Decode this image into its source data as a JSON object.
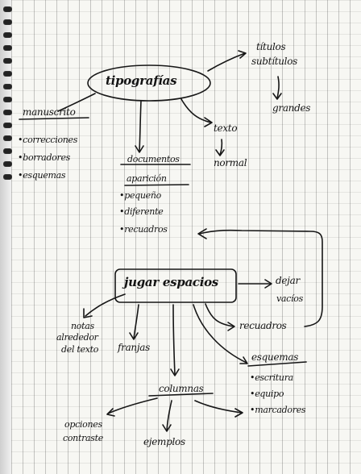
{
  "nodes": {
    "tipografia": "tipografías",
    "titulos": "títulos",
    "subtitulos": "subtítulos",
    "grandes": "grandes",
    "texto": "texto",
    "normal": "normal",
    "manuscrito": "manuscrito",
    "manuscrito_items": [
      "correcciones",
      "borradores",
      "esquemas"
    ],
    "documentos": "documentos",
    "aparicion": "aparición",
    "documentos_items": [
      "pequeño",
      "diferente",
      "recuadros"
    ],
    "jugar_espacios": "jugar espacios",
    "dejar": "dejar",
    "vacios": "vacíos",
    "recuadros2": "recuadros",
    "notas": "notas",
    "alrededor": "alrededor",
    "del_texto": "del texto",
    "franjas": "franjas",
    "esquemas_head": "esquemas",
    "esquemas_items": [
      "escritura",
      "equipo",
      "marcadores"
    ],
    "columnas": "columnas",
    "opciones": "opciones",
    "contraste": "contraste",
    "ejemplos": "ejemplos"
  }
}
